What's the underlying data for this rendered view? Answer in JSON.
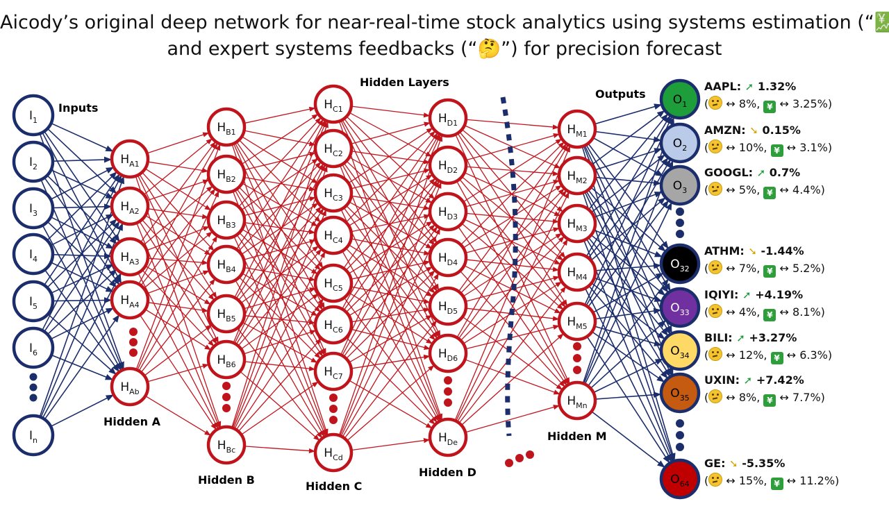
{
  "title": {
    "line1": "Aicody’s original deep network for near-real-time stock analytics using systems estimation (“💹”)",
    "line2": "and expert systems feedbacks (“🤔”) for precision forecast"
  },
  "labels": {
    "inputs": "Inputs",
    "hidden_layers": "Hidden Layers",
    "outputs": "Outputs",
    "hidden_a": "Hidden A",
    "hidden_b": "Hidden B",
    "hidden_c": "Hidden C",
    "hidden_d": "Hidden D",
    "hidden_m": "Hidden M"
  },
  "colors": {
    "input_edges": "#1c2d6b",
    "hidden_edges": "#c0141c",
    "input_node": "#1c2d6b",
    "hidden_node": "#c0141c",
    "dots_red": "#c0141c",
    "dots_blue": "#1c2d6b"
  },
  "layers": {
    "inputs": [
      {
        "base": "I",
        "sub": "1"
      },
      {
        "base": "I",
        "sub": "2"
      },
      {
        "base": "I",
        "sub": "3"
      },
      {
        "base": "I",
        "sub": "4"
      },
      {
        "base": "I",
        "sub": "5"
      },
      {
        "base": "I",
        "sub": "6"
      },
      {
        "base": "I",
        "sub": "n"
      }
    ],
    "hidden_a": [
      {
        "base": "H",
        "sub": "A1"
      },
      {
        "base": "H",
        "sub": "A2"
      },
      {
        "base": "H",
        "sub": "A3"
      },
      {
        "base": "H",
        "sub": "A4"
      },
      {
        "base": "H",
        "sub": "Ab"
      }
    ],
    "hidden_b": [
      {
        "base": "H",
        "sub": "B1"
      },
      {
        "base": "H",
        "sub": "B2"
      },
      {
        "base": "H",
        "sub": "B3"
      },
      {
        "base": "H",
        "sub": "B4"
      },
      {
        "base": "H",
        "sub": "B5"
      },
      {
        "base": "H",
        "sub": "B6"
      },
      {
        "base": "H",
        "sub": "Bc"
      }
    ],
    "hidden_c": [
      {
        "base": "H",
        "sub": "C1"
      },
      {
        "base": "H",
        "sub": "C2"
      },
      {
        "base": "H",
        "sub": "C3"
      },
      {
        "base": "H",
        "sub": "C4"
      },
      {
        "base": "H",
        "sub": "C5"
      },
      {
        "base": "H",
        "sub": "C6"
      },
      {
        "base": "H",
        "sub": "C7"
      },
      {
        "base": "H",
        "sub": "Cd"
      }
    ],
    "hidden_d": [
      {
        "base": "H",
        "sub": "D1"
      },
      {
        "base": "H",
        "sub": "D2"
      },
      {
        "base": "H",
        "sub": "D3"
      },
      {
        "base": "H",
        "sub": "D4"
      },
      {
        "base": "H",
        "sub": "D5"
      },
      {
        "base": "H",
        "sub": "D6"
      },
      {
        "base": "H",
        "sub": "De"
      }
    ],
    "hidden_m": [
      {
        "base": "H",
        "sub": "M1"
      },
      {
        "base": "H",
        "sub": "M2"
      },
      {
        "base": "H",
        "sub": "M3"
      },
      {
        "base": "H",
        "sub": "M4"
      },
      {
        "base": "H",
        "sub": "M5"
      },
      {
        "base": "H",
        "sub": "Mn"
      }
    ]
  },
  "outputs": [
    {
      "base": "O",
      "sub": "1",
      "fill": "#1e9e3a",
      "text_color": "#000000",
      "ticker": "AAPL:",
      "trend": "up",
      "change": "1.32%",
      "think": "8%",
      "est": "3.25%"
    },
    {
      "base": "O",
      "sub": "2",
      "fill": "#b9cbe8",
      "text_color": "#000000",
      "ticker": "AMZN:",
      "trend": "down",
      "change": "0.15%",
      "think": "10%",
      "est": "3.1%"
    },
    {
      "base": "O",
      "sub": "3",
      "fill": "#a6a6a6",
      "text_color": "#000000",
      "ticker": "GOOGL:",
      "trend": "up",
      "change": "0.7%",
      "think": "5%",
      "est": "4.4%"
    },
    {
      "base": "O",
      "sub": "32",
      "fill": "#000000",
      "text_color": "#ffffff",
      "ticker": "ATHM:",
      "trend": "down",
      "change": "-1.44%",
      "think": "7%",
      "est": "5.2%"
    },
    {
      "base": "O",
      "sub": "33",
      "fill": "#7030a0",
      "text_color": "#ffffff",
      "ticker": "IQIYI:",
      "trend": "up",
      "change": "+4.19%",
      "think": "4%",
      "est": "8.1%"
    },
    {
      "base": "O",
      "sub": "34",
      "fill": "#ffd966",
      "text_color": "#000000",
      "ticker": "BILI:",
      "trend": "up",
      "change": "+3.27%",
      "think": "12%",
      "est": "6.3%"
    },
    {
      "base": "O",
      "sub": "35",
      "fill": "#c55a11",
      "text_color": "#000000",
      "ticker": "UXIN:",
      "trend": "up",
      "change": "+7.42%",
      "think": "8%",
      "est": "7.7%"
    },
    {
      "base": "O",
      "sub": "64",
      "fill": "#c00000",
      "text_color": "#000000",
      "ticker": "GE:",
      "trend": "down",
      "change": "-5.35%",
      "think": "15%",
      "est": "11.2%"
    }
  ],
  "glyphs": {
    "up_arrow": "➚",
    "down_arrow": "➘",
    "bidir": "↔",
    "open_paren": "(",
    "comma": ",",
    "close_paren": ")",
    "yen_chart": "¥"
  }
}
